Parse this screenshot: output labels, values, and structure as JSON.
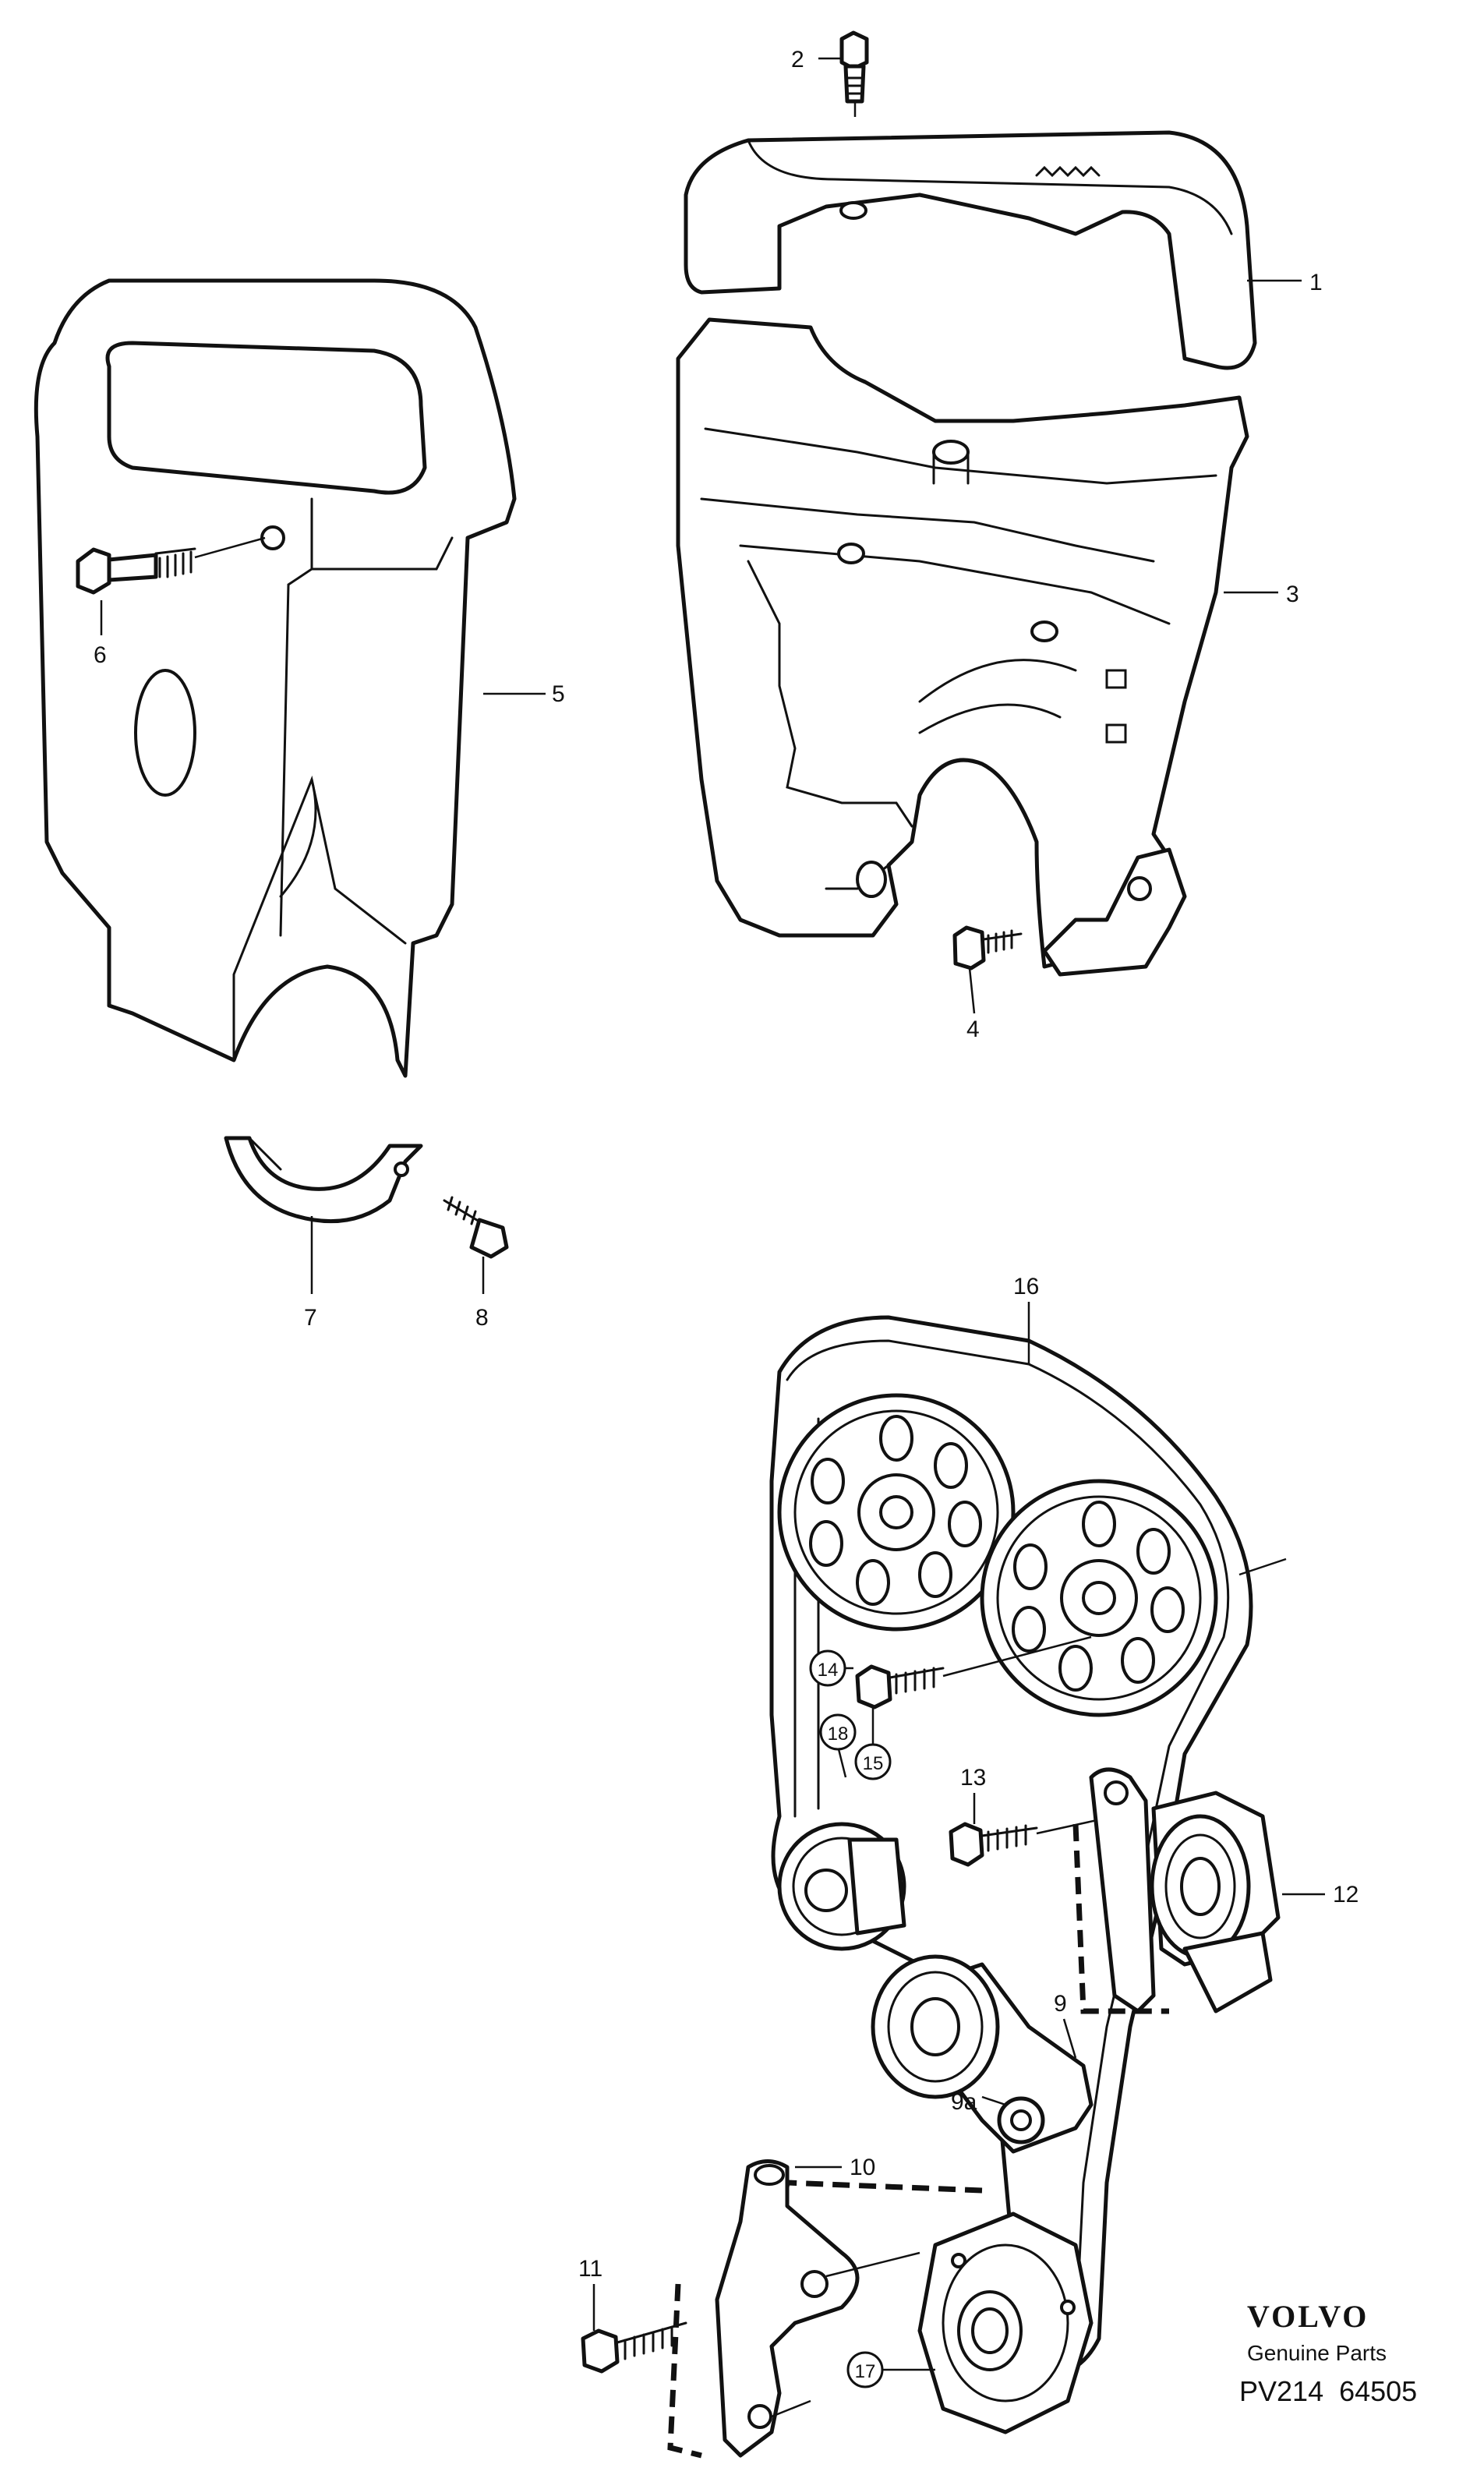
{
  "callouts": {
    "c1": "1",
    "c2": "2",
    "c3": "3",
    "c4": "4",
    "c5": "5",
    "c6": "6",
    "c7": "7",
    "c8": "8",
    "c9": "9",
    "c9a": "9a",
    "c10": "10",
    "c11": "11",
    "c12": "12",
    "c13": "13",
    "c14": "14",
    "c15": "15",
    "c16": "16",
    "c17": "17",
    "c18": "18"
  },
  "brand": {
    "name": "VOLVO",
    "tagline": "Genuine Parts",
    "code": "PV214  64505"
  }
}
